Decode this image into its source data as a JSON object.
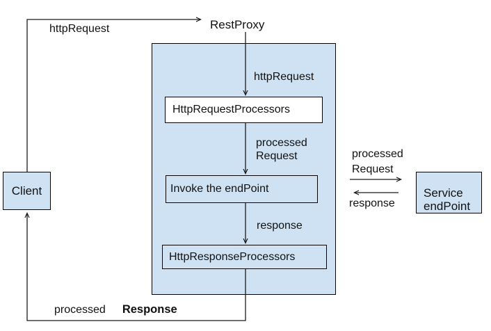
{
  "diagram": {
    "colors": {
      "background": "#ffffff",
      "node_fill": "#cfe2f3",
      "request_box_fill": "#ffffff",
      "line_color": "#1a1a1a"
    },
    "nodes": {
      "client": {
        "label": "Client"
      },
      "rest_proxy": {
        "label": "RestProxy"
      },
      "request_processors": {
        "label": "HttpRequestProcessors"
      },
      "invoke_endpoint": {
        "label": "Invoke the endPoint"
      },
      "response_processors": {
        "label": "HttpResponseProcessors"
      },
      "service_endpoint": {
        "line1": "Service",
        "line2": "endPoint"
      }
    },
    "edges": {
      "client_to_restproxy": {
        "label": "httpRequest"
      },
      "restproxy_to_request_processors": {
        "label": "httpRequest"
      },
      "request_to_invoke": {
        "line1": "processed",
        "line2": "Request"
      },
      "invoke_to_response": {
        "label": "response"
      },
      "invoke_to_service": {
        "line1": "processed",
        "line2": "Request"
      },
      "service_to_invoke": {
        "label": "response"
      },
      "response_to_client": {
        "word1": "processed",
        "word2": "Response"
      }
    }
  }
}
